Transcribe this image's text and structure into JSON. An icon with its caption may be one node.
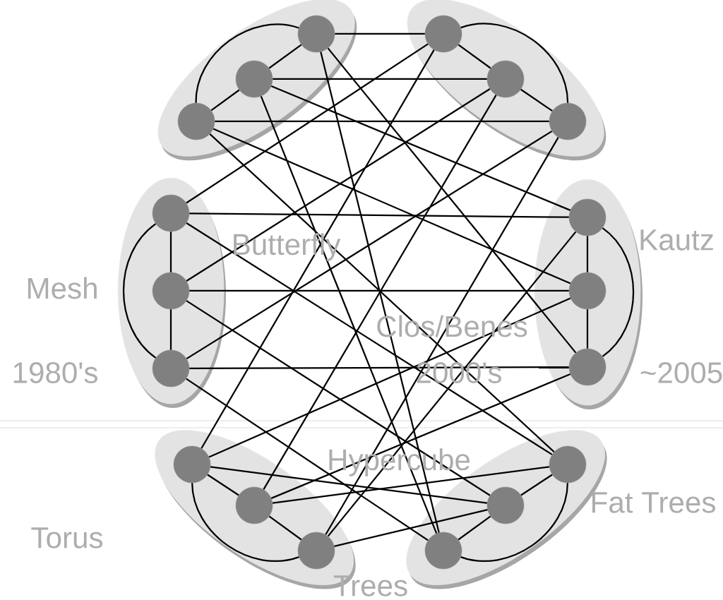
{
  "diagram": {
    "nodes": [
      {
        "text": [],
        "shape": "ellipse"
      },
      {
        "text": [],
        "shape": "circle",
        "in": 0
      },
      {
        "text": [],
        "shape": "circle",
        "in": 0
      },
      {
        "text": [],
        "shape": "circle",
        "in": 0
      },
      {
        "text": [],
        "shape": "ellipse"
      },
      {
        "text": [],
        "shape": "circle",
        "in": 4
      },
      {
        "text": [],
        "shape": "circle",
        "in": 4
      },
      {
        "text": [],
        "shape": "circle",
        "in": 4
      },
      {
        "text": [],
        "shape": "ellipse"
      },
      {
        "text": [],
        "shape": "circle",
        "in": 8
      },
      {
        "text": [],
        "shape": "circle",
        "in": 8
      },
      {
        "text": [],
        "shape": "circle",
        "in": 8
      },
      {
        "text": [],
        "shape": "ellipse"
      },
      {
        "text": [],
        "shape": "circle",
        "in": 12
      },
      {
        "text": [],
        "shape": "circle",
        "in": 12
      },
      {
        "text": [],
        "shape": "circle",
        "in": 12
      },
      {
        "text": [],
        "shape": "ellipse"
      },
      {
        "text": [],
        "shape": "circle",
        "in": 16
      },
      {
        "text": [],
        "shape": "circle",
        "in": 16
      },
      {
        "text": [],
        "shape": "circle",
        "in": 16
      },
      {
        "text": [],
        "shape": "ellipse"
      },
      {
        "text": [],
        "shape": "circle",
        "in": 20
      },
      {
        "text": [],
        "shape": "circle",
        "in": 20
      },
      {
        "text": [],
        "shape": "circle",
        "in": 20
      }
    ],
    "edges": [
      {
        "from": 1,
        "to": 2,
        "arrow": "none"
      },
      {
        "from": 2,
        "to": 3,
        "arrow": "none"
      },
      {
        "from": 1,
        "to": 3,
        "arrow": "none"
      },
      {
        "from": 5,
        "to": 6,
        "arrow": "none"
      },
      {
        "from": 6,
        "to": 7,
        "arrow": "none"
      },
      {
        "from": 5,
        "to": 7,
        "arrow": "none"
      },
      {
        "from": 9,
        "to": 10,
        "arrow": "none"
      },
      {
        "from": 10,
        "to": 11,
        "arrow": "none"
      },
      {
        "from": 9,
        "to": 11,
        "arrow": "none"
      },
      {
        "from": 13,
        "to": 14,
        "arrow": "none"
      },
      {
        "from": 14,
        "to": 15,
        "arrow": "none"
      },
      {
        "from": 13,
        "to": 15,
        "arrow": "none"
      },
      {
        "from": 17,
        "to": 18,
        "arrow": "none"
      },
      {
        "from": 18,
        "to": 19,
        "arrow": "none"
      },
      {
        "from": 17,
        "to": 19,
        "arrow": "none"
      },
      {
        "from": 21,
        "to": 22,
        "arrow": "none"
      },
      {
        "from": 22,
        "to": 23,
        "arrow": "none"
      },
      {
        "from": 21,
        "to": 23,
        "arrow": "none"
      },
      {
        "from": 1,
        "to": 5,
        "arrow": "none"
      },
      {
        "from": 2,
        "to": 6,
        "arrow": "none"
      },
      {
        "from": 3,
        "to": 7,
        "arrow": "none"
      },
      {
        "from": 9,
        "to": 13,
        "arrow": "none"
      },
      {
        "from": 10,
        "to": 14,
        "arrow": "none"
      },
      {
        "from": 11,
        "to": 15,
        "arrow": "none"
      },
      {
        "from": 1,
        "to": 23,
        "arrow": "none"
      },
      {
        "from": 1,
        "to": 15,
        "arrow": "none"
      },
      {
        "from": 2,
        "to": 13,
        "arrow": "none"
      },
      {
        "from": 2,
        "to": 23,
        "arrow": "none"
      },
      {
        "from": 3,
        "to": 14,
        "arrow": "none"
      },
      {
        "from": 3,
        "to": 21,
        "arrow": "none"
      },
      {
        "from": 5,
        "to": 9,
        "arrow": "none"
      },
      {
        "from": 5,
        "to": 17,
        "arrow": "none"
      },
      {
        "from": 6,
        "to": 10,
        "arrow": "none"
      },
      {
        "from": 6,
        "to": 18,
        "arrow": "none"
      },
      {
        "from": 7,
        "to": 11,
        "arrow": "none"
      },
      {
        "from": 7,
        "to": 19,
        "arrow": "none"
      },
      {
        "from": 9,
        "to": 21,
        "arrow": "none"
      },
      {
        "from": 10,
        "to": 22,
        "arrow": "none"
      },
      {
        "from": 11,
        "to": 23,
        "arrow": "none"
      },
      {
        "from": 13,
        "to": 19,
        "arrow": "none"
      },
      {
        "from": 14,
        "to": 17,
        "arrow": "none"
      },
      {
        "from": 15,
        "to": 18,
        "arrow": "none"
      },
      {
        "from": 18,
        "to": 21,
        "arrow": "none"
      },
      {
        "from": 19,
        "to": 22,
        "arrow": "none"
      },
      {
        "from": 17,
        "to": 22,
        "arrow": "none"
      }
    ],
    "labels": [
      "Kautz",
      "Butterfly",
      "Mesh",
      "Clos/Benes",
      "1980's",
      "2000's",
      "~2005",
      "Hypercube",
      "Fat Trees",
      "Torus",
      "Trees"
    ]
  }
}
